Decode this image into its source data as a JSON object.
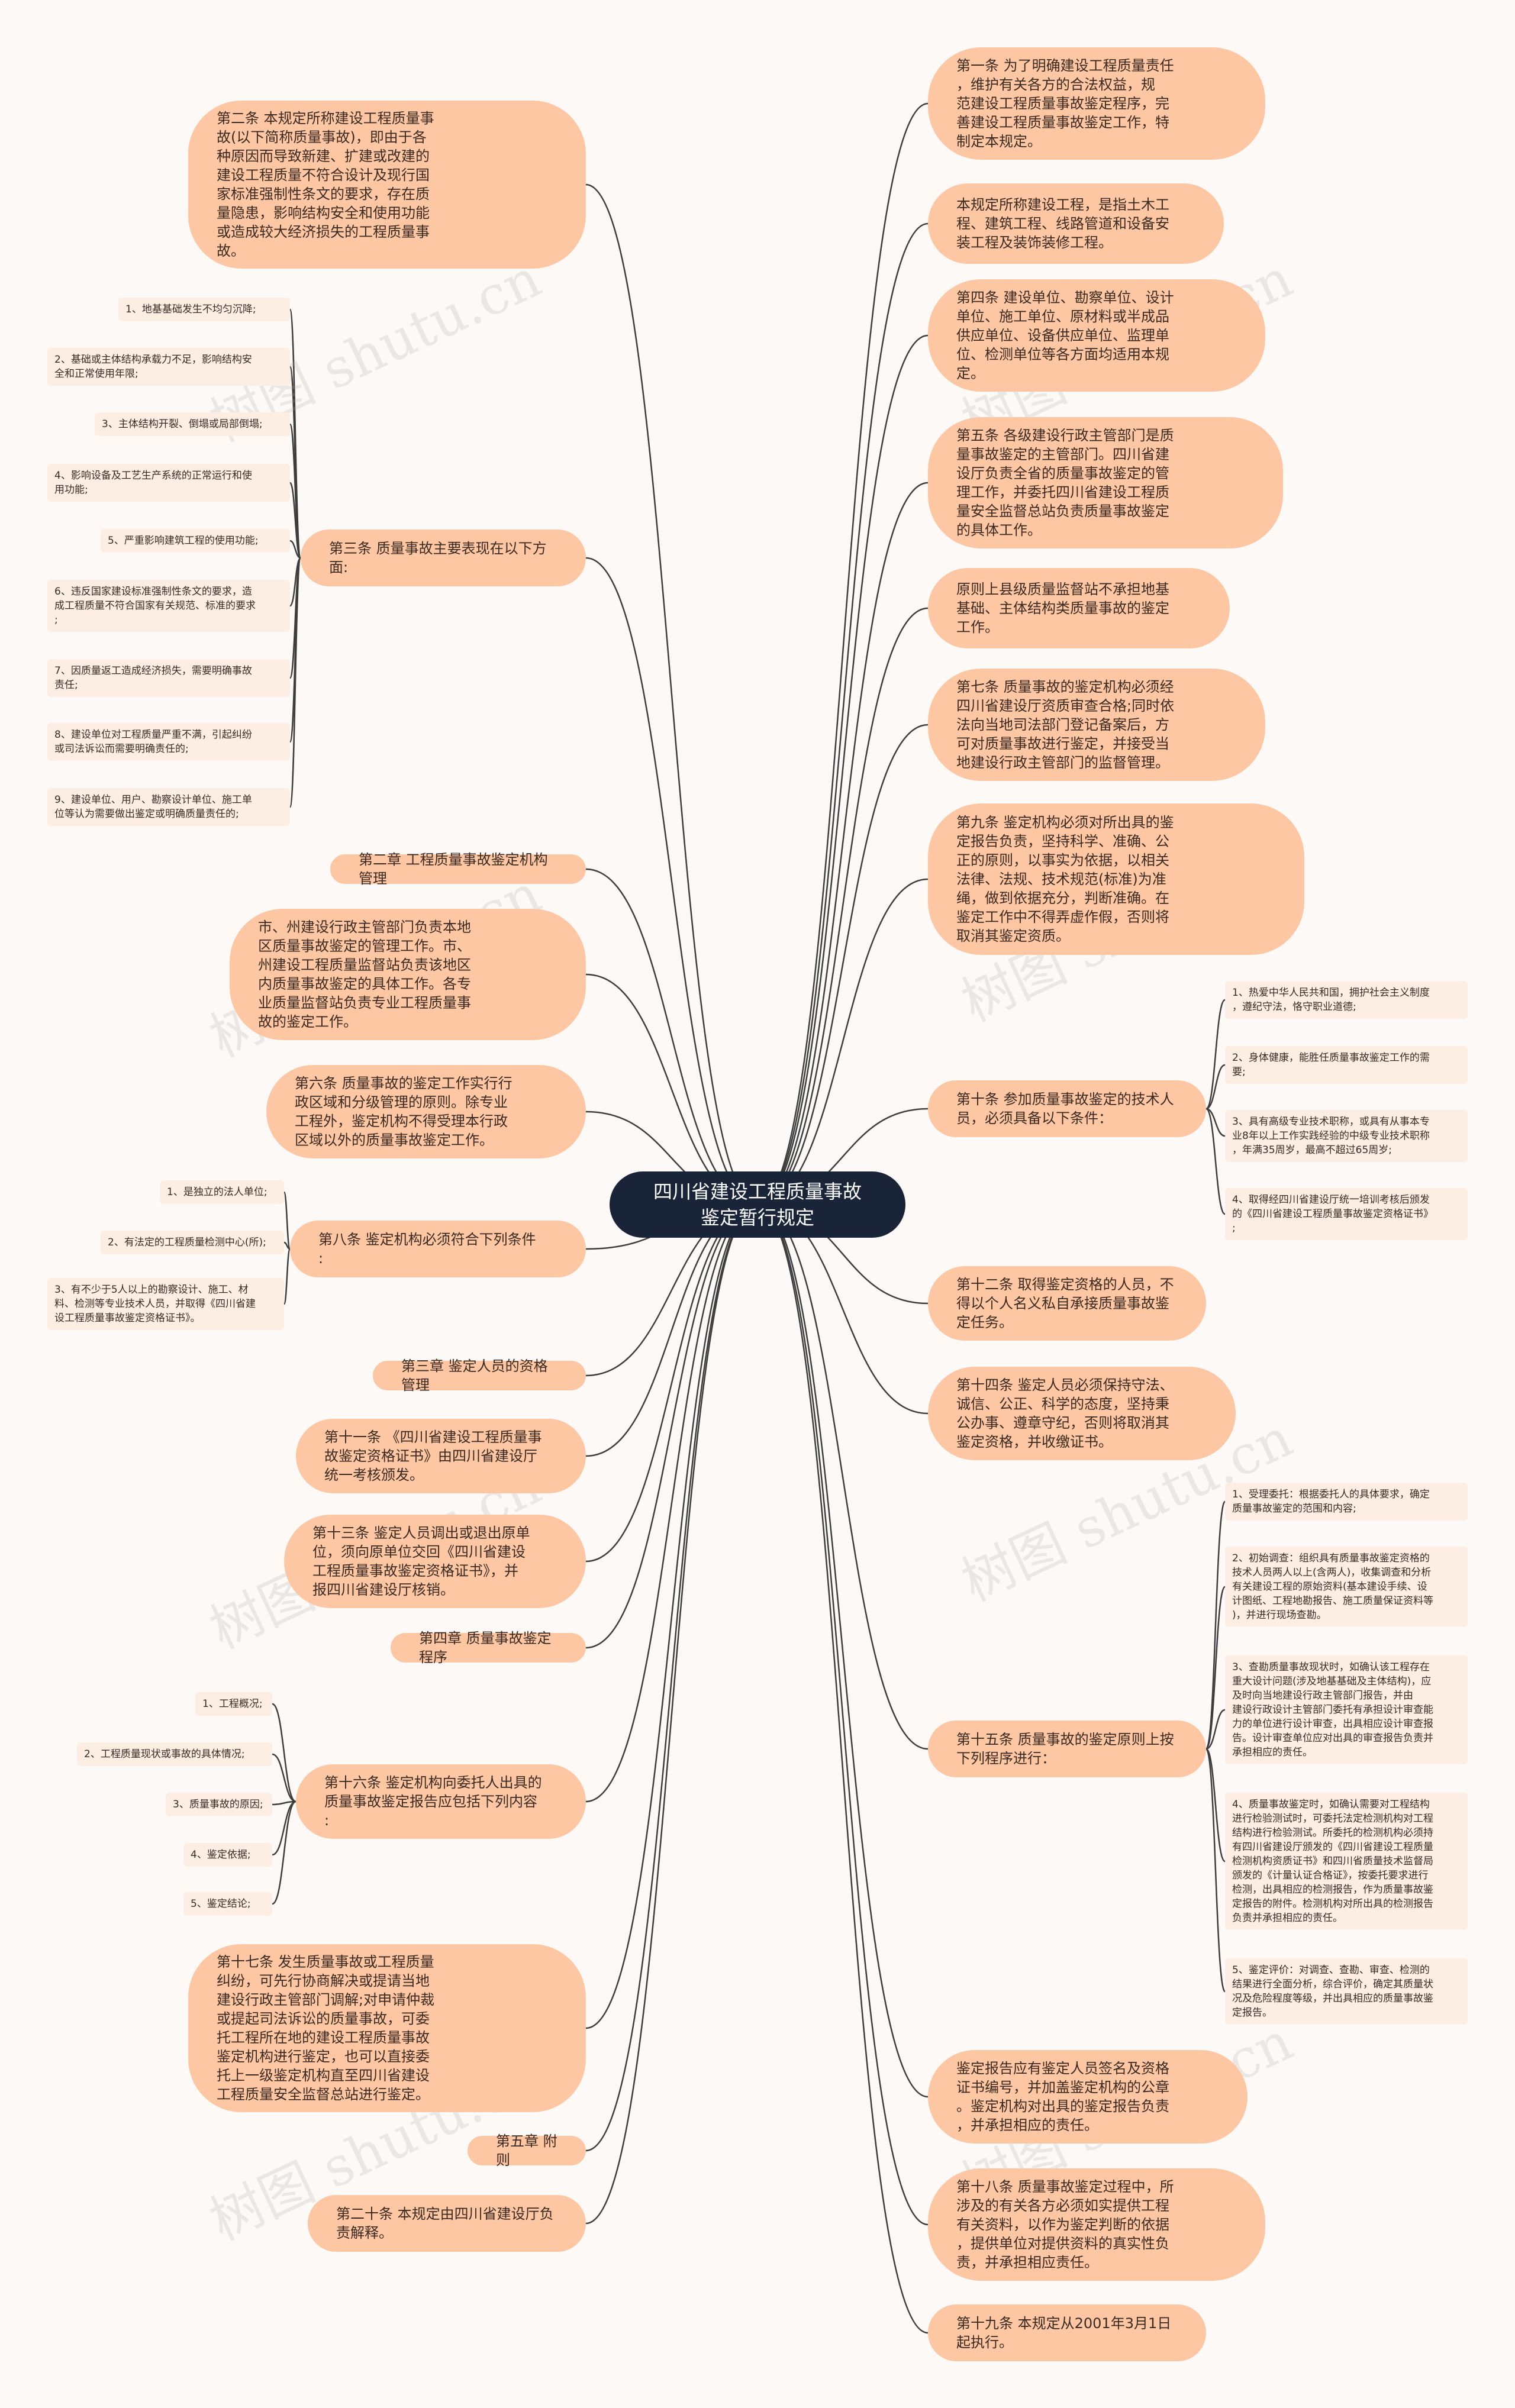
{
  "title": "四川省建设工程质量事故\n鉴定暂行规定",
  "watermark": "树图 shutu.cn",
  "colors": {
    "root": "#1a2438",
    "branch": "#fdc7a3",
    "leaf": "#fdeee4",
    "line": "#3d3d3d"
  },
  "right": [
    "第一条 为了明确建设工程质量责任\n，维护有关各方的合法权益，规\n范建设工程质量事故鉴定程序，完\n善建设工程质量事故鉴定工作，特\n制定本规定。",
    "本规定所称建设工程，是指土木工\n程、建筑工程、线路管道和设备安\n装工程及装饰装修工程。",
    "第四条 建设单位、勘察单位、设计\n单位、施工单位、原材料或半成品\n供应单位、设备供应单位、监理单\n位、检测单位等各方面均适用本规\n定。",
    "第五条 各级建设行政主管部门是质\n量事故鉴定的主管部门。四川省建\n设厅负责全省的质量事故鉴定的管\n理工作，并委托四川省建设工程质\n量安全监督总站负责质量事故鉴定\n的具体工作。",
    "原则上县级质量监督站不承担地基\n基础、主体结构类质量事故的鉴定\n工作。",
    "第七条 质量事故的鉴定机构必须经\n四川省建设厅资质审查合格;同时依\n法向当地司法部门登记备案后，方\n可对质量事故进行鉴定，并接受当\n地建设行政主管部门的监督管理。",
    "第九条 鉴定机构必须对所出具的鉴\n定报告负责，坚持科学、准确、公\n正的原则，以事实为依据，以相关\n法律、法规、技术规范(标准)为准\n绳，做到依据充分，判断准确。在\n鉴定工作中不得弄虚作假，否则将\n取消其鉴定资质。",
    "第十条 参加质量事故鉴定的技术人\n员，必须具备以下条件：",
    "第十二条 取得鉴定资格的人员，不\n得以个人名义私自承接质量事故鉴\n定任务。",
    "第十四条 鉴定人员必须保持守法、\n诚信、公正、科学的态度，坚持秉\n公办事、遵章守纪，否则将取消其\n鉴定资格，并收缴证书。",
    "第十五条 质量事故的鉴定原则上按\n下列程序进行：",
    "鉴定报告应有鉴定人员签名及资格\n证书编号，并加盖鉴定机构的公章\n。鉴定机构对出具的鉴定报告负责\n，并承担相应的责任。",
    "第十八条 质量事故鉴定过程中，所\n涉及的有关各方必须如实提供工程\n有关资料，以作为鉴定判断的依据\n，提供单位对提供资料的真实性负\n责，并承担相应责任。",
    "第十九条 本规定从2001年3月1日\n起执行。"
  ],
  "left": [
    "第二条 本规定所称建设工程质量事\n故(以下简称质量事故)，即由于各\n种原因而导致新建、扩建或改建的\n建设工程质量不符合设计及现行国\n家标准强制性条文的要求，存在质\n量隐患，影响结构安全和使用功能\n或造成较大经济损失的工程质量事\n故。",
    "第三条 质量事故主要表现在以下方\n面:",
    "第二章 工程质量事故鉴定机构管理",
    "市、州建设行政主管部门负责本地\n区质量事故鉴定的管理工作。市、\n州建设工程质量监督站负责该地区\n内质量事故鉴定的具体工作。各专\n业质量监督站负责专业工程质量事\n故的鉴定工作。",
    "第六条 质量事故的鉴定工作实行行\n政区域和分级管理的原则。除专业\n工程外，鉴定机构不得受理本行政\n区域以外的质量事故鉴定工作。",
    "第八条 鉴定机构必须符合下列条件\n:",
    "第三章 鉴定人员的资格管理",
    "第十一条 《四川省建设工程质量事\n故鉴定资格证书》由四川省建设厅\n统一考核颁发。",
    "第十三条 鉴定人员调出或退出原单\n位，须向原单位交回《四川省建设\n工程质量事故鉴定资格证书》，并\n报四川省建设厅核销。",
    "第四章 质量事故鉴定程序",
    "第十六条 鉴定机构向委托人出具的\n质量事故鉴定报告应包括下列内容\n:",
    "第十七条 发生质量事故或工程质量\n纠纷，可先行协商解决或提请当地\n建设行政主管部门调解;对申请仲裁\n或提起司法诉讼的质量事故，可委\n托工程所在地的建设工程质量事故\n鉴定机构进行鉴定，也可以直接委\n托上一级鉴定机构直至四川省建设\n工程质量安全监督总站进行鉴定。",
    "第五章 附则",
    "第二十条 本规定由四川省建设厅负\n责解释。"
  ],
  "leaves_l3": [
    "1、地基基础发生不均匀沉降;",
    "2、基础或主体结构承载力不足，影响结构安\n全和正常使用年限;",
    "3、主体结构开裂、倒塌或局部倒塌;",
    "4、影响设备及工艺生产系统的正常运行和使\n用功能;",
    "5、严重影响建筑工程的使用功能;",
    "6、违反国家建设标准强制性条文的要求，造\n成工程质量不符合国家有关规范、标准的要求\n;",
    "7、因质量返工造成经济损失，需要明确事故\n责任;",
    "8、建设单位对工程质量严重不满，引起纠纷\n或司法诉讼而需要明确责任的;",
    "9、建设单位、用户、勘察设计单位、施工单\n位等认为需要做出鉴定或明确质量责任的;"
  ],
  "leaves_l8": [
    "1、是独立的法人单位;",
    "2、有法定的工程质量检测中心(所);",
    "3、有不少于5人以上的勘察设计、施工、材\n料、检测等专业技术人员，并取得《四川省建\n设工程质量事故鉴定资格证书》。"
  ],
  "leaves_l16": [
    "1、工程概况;",
    "2、工程质量现状或事故的具体情况;",
    "3、质量事故的原因;",
    "4、鉴定依据;",
    "5、鉴定结论;"
  ],
  "leaves_r10": [
    "1、热爱中华人民共和国，拥护社会主义制度\n，遵纪守法，恪守职业道德;",
    "2、身体健康，能胜任质量事故鉴定工作的需\n要;",
    "3、具有高级专业技术职称，或具有从事本专\n业8年以上工作实践经验的中级专业技术职称\n，年满35周岁，最高不超过65周岁;",
    "4、取得经四川省建设厅统一培训考核后颁发\n的《四川省建设工程质量事故鉴定资格证书》\n;"
  ],
  "leaves_r15": [
    "1、受理委托：根据委托人的具体要求，确定\n质量事故鉴定的范围和内容;",
    "2、初始调查：组织具有质量事故鉴定资格的\n技术人员两人以上(含两人)，收集调查和分析\n有关建设工程的原始资料(基本建设手续、设\n计图纸、工程地勘报告、施工质量保证资料等\n)，并进行现场查勘。",
    "3、查勘质量事故现状时，如确认该工程存在\n重大设计问题(涉及地基基础及主体结构)，应\n及时向当地建设行政主管部门报告，并由\n建设行政设计主管部门委托有承担设计审查能\n力的单位进行设计审查，出具相应设计审查报\n告。设计审查单位应对出具的审查报告负责并\n承担相应的责任。",
    "4、质量事故鉴定时，如确认需要对工程结构\n进行检验测试时，可委托法定检测机构对工程\n结构进行检验测试。所委托的检测机构必须持\n有四川省建设厅颁发的《四川省建设工程质量\n检测机构资质证书》和四川省质量技术监督局\n颁发的《计量认证合格证》，按委托要求进行\n检测，出具相应的检测报告，作为质量事故鉴\n定报告的附件。检测机构对所出具的检测报告\n负责并承担相应的责任。",
    "5、鉴定评价：对调查、查勘、审查、检测的\n结果进行全面分析，综合评价，确定其质量状\n况及危险程度等级，并出具相应的质量事故鉴\n定报告。"
  ]
}
